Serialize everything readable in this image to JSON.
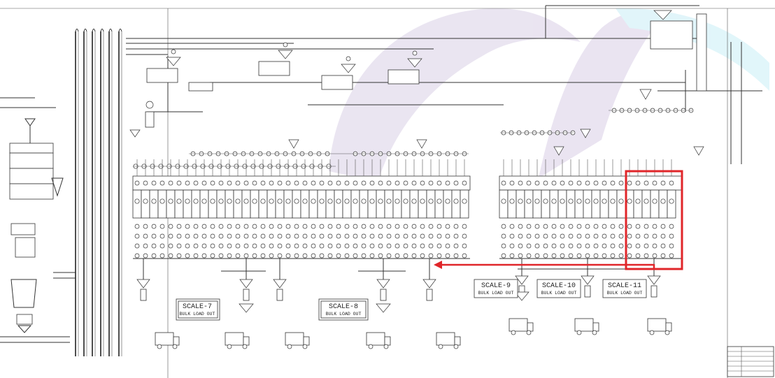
{
  "scales": [
    {
      "id": "scale-7",
      "label": "SCALE-7",
      "sub": "BULK LOAD OUT"
    },
    {
      "id": "scale-8",
      "label": "SCALE-8",
      "sub": "BULK LOAD OUT"
    },
    {
      "id": "scale-9",
      "label": "SCALE-9",
      "sub": "BULK LOAD OUT"
    },
    {
      "id": "scale-10",
      "label": "SCALE-10",
      "sub": "BULK LOAD OUT"
    },
    {
      "id": "scale-11",
      "label": "SCALE-11",
      "sub": "BULK LOAD OUT"
    }
  ],
  "colors": {
    "highlight": "#e0262a",
    "watermark_purple": "#d9cfe6",
    "watermark_cyan": "#c9eef6",
    "line": "#333333"
  },
  "icons": [
    "bin-icon",
    "hopper-icon",
    "truck-icon",
    "valve-icon",
    "cyclone-icon"
  ]
}
